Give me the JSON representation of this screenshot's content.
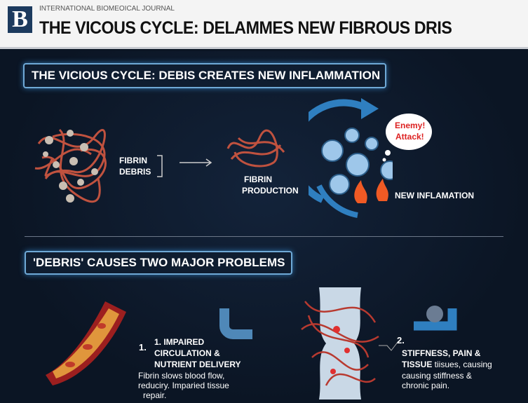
{
  "header": {
    "logo": "B",
    "journal": "INTERNATIONAL BIOMEOICAL JOURNAL",
    "title": "THE VICOUS CYCLE: DELAMMES NEW FIBROUS DRIS"
  },
  "section1": {
    "title": "THE VICIOUS CYCLE: DEBIS CREATES NEW INFLAMMATION",
    "debris_label_1": "FIBRIN",
    "debris_label_2": "DEBRIS",
    "production_label_1": "FIBRIN",
    "production_label_2": "PRODUCTION",
    "bubble_1": "Enemy!",
    "bubble_2": "Attack!",
    "inflammation_label": "NEW INFLAMATION"
  },
  "section2": {
    "title": "'DEBRIS' CAUSES TWO MAJOR PROBLEMS",
    "problem1": {
      "number": "1.",
      "heading_1": "1. IMPAIRED",
      "heading_2": "CIRCULATION &",
      "heading_3": "NUTRIENT DELIVERY",
      "body_1": "Fibrin slows blood flow,",
      "body_2": "reduciry. Imparied tissue",
      "body_3": "repair."
    },
    "problem2": {
      "number": "2.",
      "heading_1": "STIFFNESS, PAIN &",
      "heading_2": "TISSUE",
      "heading_2_rest": " tiisues, causing",
      "body_1": "causing stiffness &",
      "body_2": "chronic pain."
    }
  },
  "colors": {
    "accent": "#6fa9d6",
    "fibrin": "#c0523f",
    "background": "#0b1524"
  }
}
